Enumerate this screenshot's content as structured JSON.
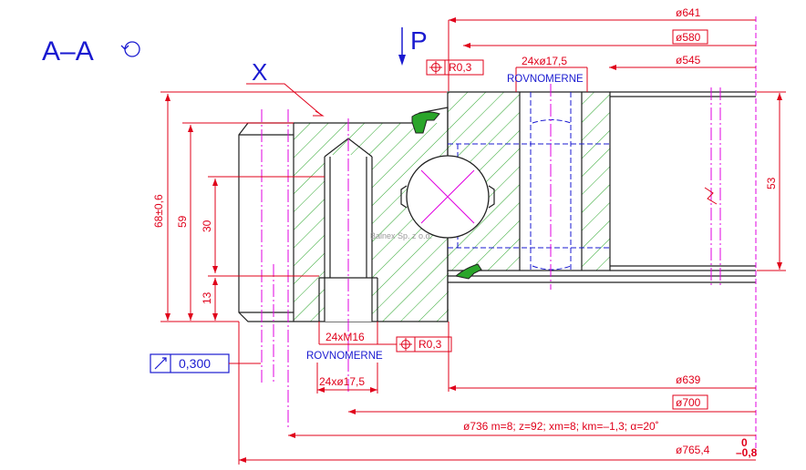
{
  "section_label": "A–A",
  "view_arrow_label": "P",
  "detail_label": "X",
  "watermark": "Balnex Sp. z o.o.",
  "icons": [
    "rotate-view-icon",
    "position-tolerance-icon",
    "runout-icon"
  ],
  "colors": {
    "dimension": "#e0001a",
    "outline": "#1a1ad0",
    "centerline": "#e000e0",
    "hatch": "#2aa52a",
    "edge": "#202020"
  },
  "top_dims": {
    "d641": "ø641",
    "d580": "ø580",
    "d545": "ø545",
    "holes_top": "24xø17,5",
    "even_top": "ROVNOMERNE",
    "pos_top": "R0,3"
  },
  "bottom_dims": {
    "thread": "24xM16",
    "pos_bottom": "R0,3",
    "even_bottom": "ROVNOMERNE",
    "holes_bottom": "24xø17,5",
    "d639": "ø639",
    "d700": "ø700",
    "gear": "ø736  m=8;  z=92;  xm=8;  km=–1,3;  α=20˚",
    "d765": "ø765,4",
    "d765_tol_upper": "0",
    "d765_tol_lower": "–0,8"
  },
  "runout": {
    "value": "0,300"
  },
  "side_dims": {
    "h68": "68±0,6",
    "h59": "59",
    "h30": "30",
    "h13": "13",
    "h53": "53"
  }
}
